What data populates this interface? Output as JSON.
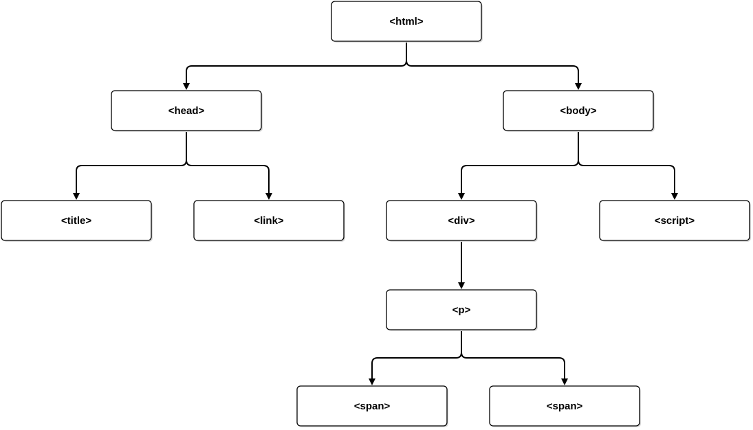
{
  "diagram": {
    "type": "tree",
    "nodes": [
      {
        "id": "html",
        "label": "<html>"
      },
      {
        "id": "head",
        "label": "<head>",
        "parent": "html"
      },
      {
        "id": "body",
        "label": "<body>",
        "parent": "html"
      },
      {
        "id": "title",
        "label": "<title>",
        "parent": "head"
      },
      {
        "id": "link",
        "label": "<link>",
        "parent": "head"
      },
      {
        "id": "div",
        "label": "<div>",
        "parent": "body"
      },
      {
        "id": "script",
        "label": "<script>",
        "parent": "body"
      },
      {
        "id": "p",
        "label": "<p>",
        "parent": "div"
      },
      {
        "id": "span1",
        "label": "<span>",
        "parent": "p"
      },
      {
        "id": "span2",
        "label": "<span>",
        "parent": "p"
      }
    ]
  }
}
